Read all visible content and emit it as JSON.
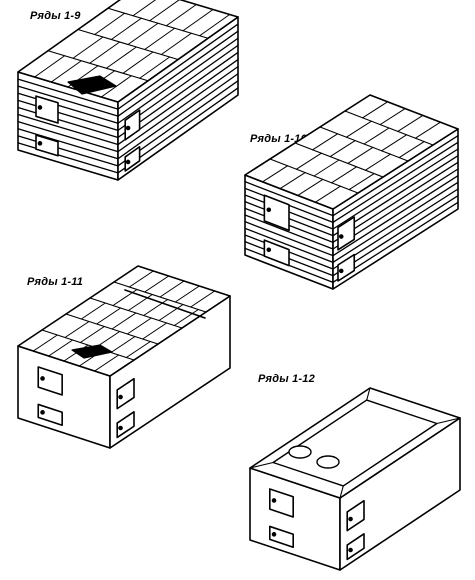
{
  "panels": [
    {
      "caption": "Ряды 1-9"
    },
    {
      "caption": "Ряды 1-10"
    },
    {
      "caption": "Ряды 1-11"
    },
    {
      "caption": "Ряды 1-12"
    }
  ]
}
